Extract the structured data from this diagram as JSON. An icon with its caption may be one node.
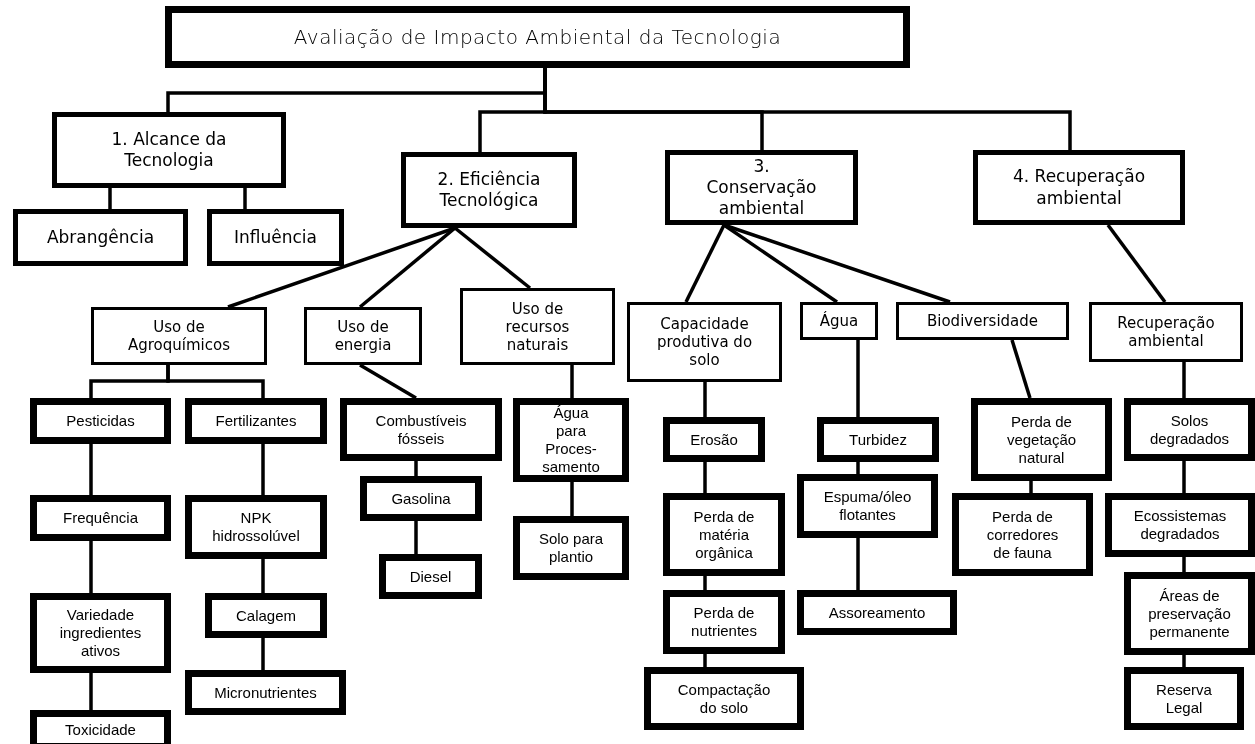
{
  "diagram": {
    "nodes": [
      {
        "text": [
          "Avaliação de Impacto Ambiental da Tecnologia"
        ]
      },
      {
        "text": [
          "1. Alcance da Tecnologia"
        ]
      },
      {
        "text": [
          "Abrangência"
        ]
      },
      {
        "text": [
          "Influência"
        ]
      },
      {
        "text": [
          "2. Eficiência Tecnológica"
        ]
      },
      {
        "text": [
          "3. Conservação ambiental"
        ]
      },
      {
        "text": [
          "4. Recuperação ambiental"
        ]
      },
      {
        "text": [
          "Uso de Agroquímicos"
        ]
      },
      {
        "text": [
          "Uso de energia"
        ]
      },
      {
        "text": [
          "Uso de recursos naturais"
        ]
      },
      {
        "text": [
          "Capacidade produtiva do solo"
        ]
      },
      {
        "text": [
          "Água"
        ]
      },
      {
        "text": [
          "Biodiversidade"
        ]
      },
      {
        "text": [
          "Recuperação ambiental"
        ]
      },
      {
        "text": [
          "Pesticidas"
        ]
      },
      {
        "text": [
          "Fertilizantes"
        ]
      },
      {
        "text": [
          "Combustíveis fósseis"
        ]
      },
      {
        "text": [
          "Água para Proces- samento"
        ]
      },
      {
        "text": [
          "Frequência"
        ]
      },
      {
        "text": [
          "NPK hidrossolúvel"
        ]
      },
      {
        "text": [
          "Gasolina"
        ]
      },
      {
        "text": [
          "Solo para plantio"
        ]
      },
      {
        "text": [
          "Diesel"
        ]
      },
      {
        "text": [
          "Variedade ingredientes ativos"
        ]
      },
      {
        "text": [
          "Calagem"
        ]
      },
      {
        "text": [
          "Micronutrientes"
        ]
      },
      {
        "text": [
          "Toxicidade"
        ]
      },
      {
        "text": [
          "Erosão"
        ]
      },
      {
        "text": [
          "Perda de matéria orgânica"
        ]
      },
      {
        "text": [
          "Perda de nutrientes"
        ]
      },
      {
        "text": [
          "Compactação do solo"
        ]
      },
      {
        "text": [
          "Turbidez"
        ]
      },
      {
        "text": [
          "Espuma/óleo flotantes"
        ]
      },
      {
        "text": [
          "Assoreamento"
        ]
      },
      {
        "text": [
          "Perda de vegetação natural"
        ]
      },
      {
        "text": [
          "Perda  de corredores de fauna"
        ]
      },
      {
        "text": [
          "Solos degradados"
        ]
      },
      {
        "text": [
          "Ecossistemas degradados"
        ]
      },
      {
        "text": [
          "Áreas de preservação permanente"
        ]
      },
      {
        "text": [
          "Reserva Legal"
        ]
      }
    ],
    "edges": [
      {
        "from": 0,
        "to": 1,
        "arrow": "none"
      },
      {
        "from": 0,
        "to": 4,
        "arrow": "none"
      },
      {
        "from": 0,
        "to": 5,
        "arrow": "none"
      },
      {
        "from": 0,
        "to": 6,
        "arrow": "none"
      },
      {
        "from": 1,
        "to": 2,
        "arrow": "none"
      },
      {
        "from": 1,
        "to": 3,
        "arrow": "none"
      },
      {
        "from": 4,
        "to": 7,
        "arrow": "none"
      },
      {
        "from": 4,
        "to": 8,
        "arrow": "none"
      },
      {
        "from": 4,
        "to": 9,
        "arrow": "none"
      },
      {
        "from": 5,
        "to": 10,
        "arrow": "none"
      },
      {
        "from": 5,
        "to": 11,
        "arrow": "none"
      },
      {
        "from": 5,
        "to": 12,
        "arrow": "none"
      },
      {
        "from": 6,
        "to": 13,
        "arrow": "none"
      },
      {
        "from": 7,
        "to": 14,
        "arrow": "none"
      },
      {
        "from": 7,
        "to": 15,
        "arrow": "none"
      },
      {
        "from": 8,
        "to": 16,
        "arrow": "none"
      },
      {
        "from": 9,
        "to": 17,
        "arrow": "none"
      },
      {
        "from": 10,
        "to": 27,
        "arrow": "none"
      },
      {
        "from": 11,
        "to": 31,
        "arrow": "none"
      },
      {
        "from": 12,
        "to": 34,
        "arrow": "none"
      },
      {
        "from": 13,
        "to": 36,
        "arrow": "none"
      },
      {
        "from": 14,
        "to": 18,
        "arrow": "none"
      },
      {
        "from": 18,
        "to": 23,
        "arrow": "none"
      },
      {
        "from": 23,
        "to": 26,
        "arrow": "none"
      },
      {
        "from": 15,
        "to": 19,
        "arrow": "none"
      },
      {
        "from": 19,
        "to": 24,
        "arrow": "none"
      },
      {
        "from": 24,
        "to": 25,
        "arrow": "none"
      },
      {
        "from": 16,
        "to": 20,
        "arrow": "none"
      },
      {
        "from": 20,
        "to": 22,
        "arrow": "none"
      },
      {
        "from": 17,
        "to": 21,
        "arrow": "none"
      },
      {
        "from": 27,
        "to": 28,
        "arrow": "none"
      },
      {
        "from": 28,
        "to": 29,
        "arrow": "none"
      },
      {
        "from": 29,
        "to": 30,
        "arrow": "none"
      },
      {
        "from": 31,
        "to": 32,
        "arrow": "none"
      },
      {
        "from": 32,
        "to": 33,
        "arrow": "none"
      },
      {
        "from": 34,
        "to": 35,
        "arrow": "none"
      },
      {
        "from": 36,
        "to": 37,
        "arrow": "none"
      },
      {
        "from": 37,
        "to": 38,
        "arrow": "none"
      },
      {
        "from": 38,
        "to": 39,
        "arrow": "none"
      }
    ]
  }
}
